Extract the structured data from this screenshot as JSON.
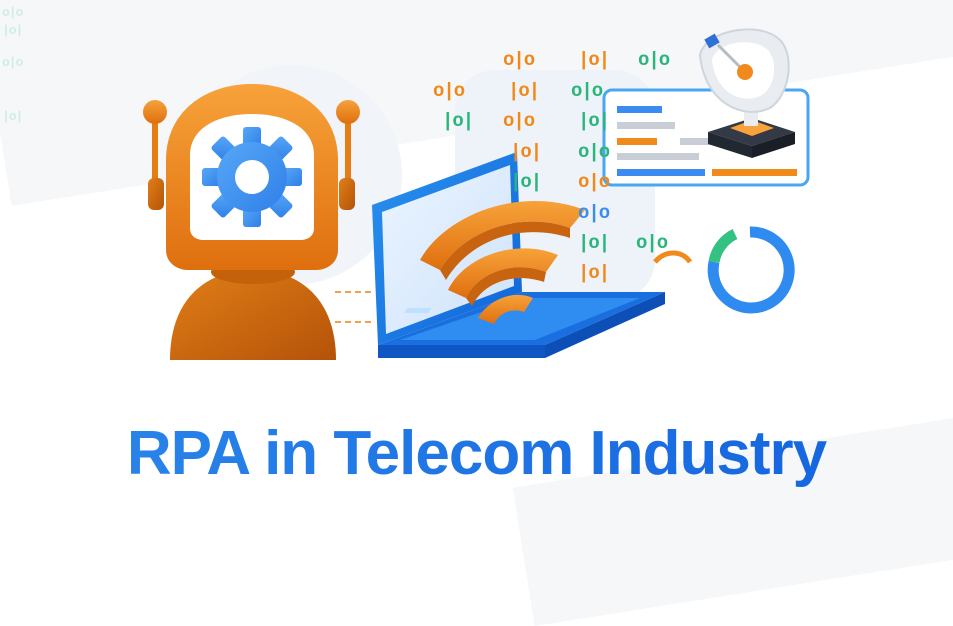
{
  "title": "RPA in Telecom Industry",
  "colors": {
    "title_blue": "#1f78e6",
    "robot_orange": "#f08a1c",
    "gear_blue": "#3b8cf0",
    "laptop_blue": "#1d7fe8",
    "binary_orange": "#f0891a",
    "binary_green": "#2ab57a",
    "ring_green": "#34c283",
    "ring_blue": "#2f8bf0"
  },
  "binary_tokens": {
    "o1o": "o|o",
    "lol": "|o|",
    "olo": "o|o"
  },
  "icons": [
    "robot-gear-icon",
    "gear-icon",
    "laptop-icon",
    "wifi-signal-icon",
    "satellite-dish-icon",
    "dashboard-card-icon",
    "donut-chart-icon"
  ]
}
